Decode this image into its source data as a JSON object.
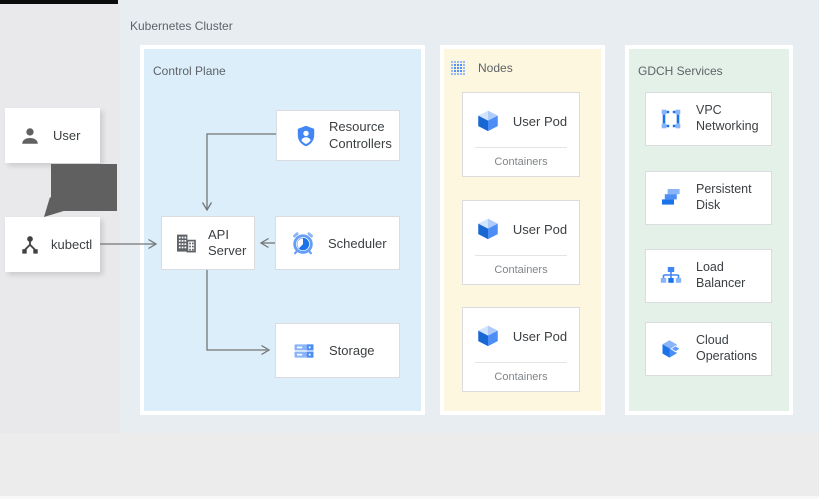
{
  "cluster": {
    "label": "Kubernetes Cluster"
  },
  "actors": {
    "user": {
      "label": "User"
    },
    "kubectl": {
      "label": "kubectl"
    }
  },
  "control_plane": {
    "label": "Control Plane",
    "resource_controllers": {
      "line1": "Resource",
      "line2": "Controllers"
    },
    "api_server": {
      "line1": "API",
      "line2": "Server"
    },
    "scheduler": {
      "label": "Scheduler"
    },
    "storage": {
      "label": "Storage"
    }
  },
  "nodes_panel": {
    "label": "Nodes",
    "pods": [
      {
        "label": "User Pod",
        "sublabel": "Containers"
      },
      {
        "label": "User Pod",
        "sublabel": "Containers"
      },
      {
        "label": "User Pod",
        "sublabel": "Containers"
      }
    ]
  },
  "gdch_panel": {
    "label": "GDCH Services",
    "services": [
      {
        "line1": "VPC",
        "line2": "Networking"
      },
      {
        "line1": "Persistent",
        "line2": "Disk"
      },
      {
        "line1": "Load",
        "line2": "Balancer"
      },
      {
        "line1": "Cloud",
        "line2": "Operations"
      }
    ]
  },
  "colors": {
    "control_plane_bg": "#dbeefa",
    "nodes_bg": "#fdf7e0",
    "gdch_bg": "#e4f1e9",
    "google_blue": "#4285f4",
    "dark_blue": "#1a73e8",
    "light_blue": "#8ab4f8",
    "pale_blue": "#aecbfa",
    "thin_arrow_gray": "#757575",
    "thick_arrow_gray": "#606060",
    "panel_label_gray": "#5f6368",
    "box_text_gray": "#3c4043",
    "sublabel_gray": "#80868b"
  }
}
